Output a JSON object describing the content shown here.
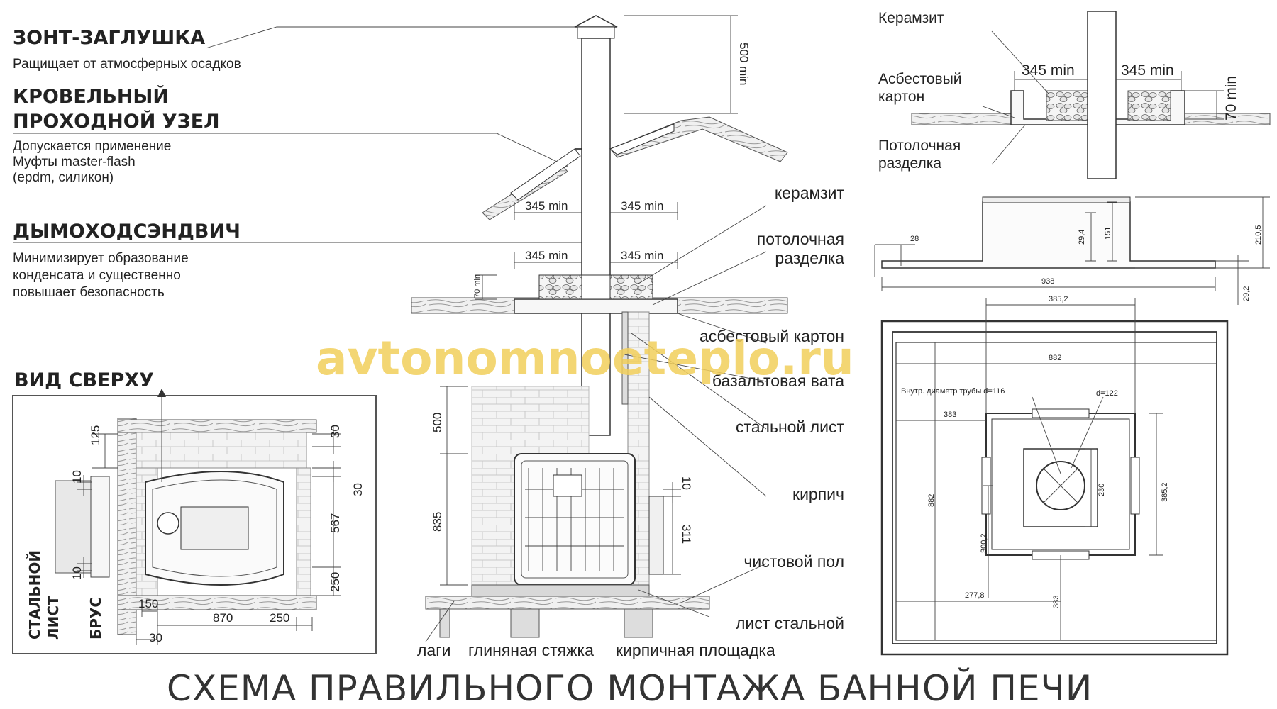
{
  "left_panel": {
    "cap": {
      "title": "ЗОНТ-ЗАГЛУШКА",
      "desc": "Ращищает от атмосферных осадков"
    },
    "roof_node": {
      "title_line1": "КРОВЕЛЬНЫЙ",
      "title_line2": "ПРОХОДНОЙ УЗЕЛ",
      "desc_line1": "Допускается применение",
      "desc_line2": "Муфты master-flash",
      "desc_line3": "(epdm, силикон)"
    },
    "chimney": {
      "title": "ДЫМОХОДСЭНДВИЧ",
      "desc_line1": "Минимизирует образование",
      "desc_line2": "конденсата и существенно",
      "desc_line3": "повышает безопасность"
    }
  },
  "top_view": {
    "title": "ВИД СВЕРХУ",
    "label_steel_line1": "СТАЛЬНОЙ",
    "label_steel_line2": "ЛИСТ",
    "label_beam": "БРУС",
    "dims": {
      "d125": "125",
      "d10a": "10",
      "d10b": "10",
      "d30a": "30",
      "d30b": "30",
      "d567": "567",
      "d250v": "250",
      "d150": "150",
      "d870": "870",
      "d250h": "250",
      "d30c": "30"
    }
  },
  "center": {
    "dim_500min": "500 min",
    "dim_345a": "345 min",
    "dim_345b": "345 min",
    "dim_345c": "345 min",
    "dim_345d": "345 min",
    "dim_70min": "70 min",
    "dim_500": "500",
    "dim_835": "835",
    "dim_10": "10",
    "dim_311": "311",
    "callouts": {
      "keramzit": "керамзит",
      "ceiling_sep_1": "потолочная",
      "ceiling_sep_2": "разделка",
      "asbestos": "асбестовый картон",
      "basalt": "базальтовая вата",
      "steel_sheet": "стальной лист",
      "brick": "кирпич",
      "finish_floor": "чистовой пол",
      "steel_sheet_2": "лист стальной"
    },
    "bottom_labels": {
      "lags": "лаги",
      "clay": "глиняная стяжка",
      "brick_pad": "кирпичная площадка"
    }
  },
  "detail": {
    "keramzit": "Керамзит",
    "asb_1": "Асбестовый",
    "asb_2": "картон",
    "sep_1": "Потолочная",
    "sep_2": "разделка",
    "dim_345a": "345 min",
    "dim_345b": "345 min",
    "dim_70min": "70 min"
  },
  "section": {
    "d28": "28",
    "d29_4": "29,4",
    "d151": "151",
    "d210_5": "210,5",
    "d938": "938",
    "d29_2": "29,2"
  },
  "plan": {
    "d385_2_top": "385,2",
    "d882_h": "882",
    "pipe_label": "Внутр. диаметр трубы  d=116",
    "d122": "d=122",
    "d383_h": "383",
    "d882_v": "882",
    "d230": "230",
    "d385_2_v": "385,2",
    "d300_2": "300,2",
    "d277_8": "277,8",
    "d383_v": "383"
  },
  "watermark": "avtonomnoeteplo.ru",
  "title": "СХЕМА ПРАВИЛЬНОГО МОНТАЖА БАННОЙ ПЕЧИ"
}
